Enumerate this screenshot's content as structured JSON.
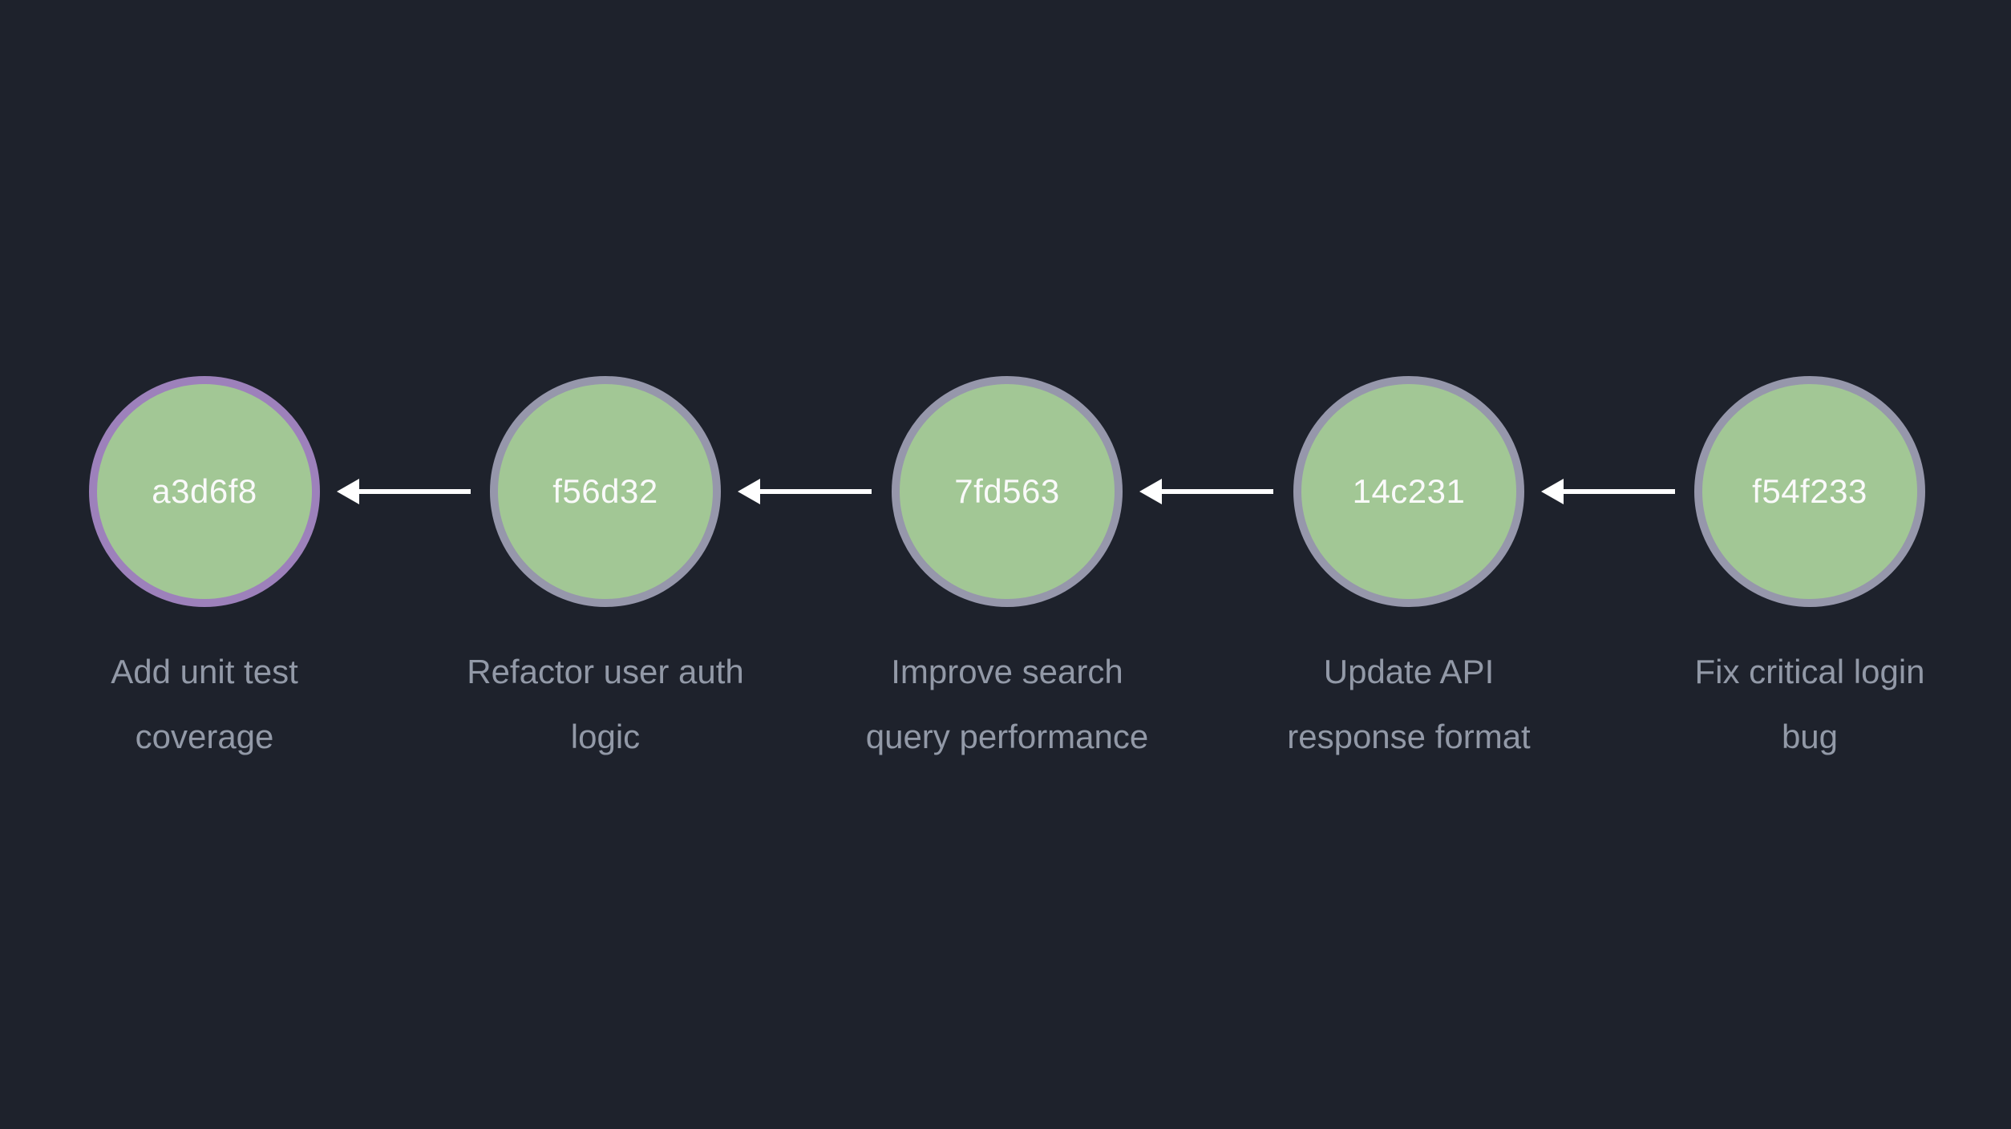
{
  "diagram": {
    "type": "git-commit-graph",
    "arrow_direction": "right-to-left"
  },
  "theme": {
    "bg": "#1e222c",
    "node-fill": "#a2c795",
    "node-border": "#9697ab",
    "head-border": "#9d81bb",
    "hash-text": "#fafafa",
    "label-text": "#9299a7",
    "arrow": "#ffffff"
  },
  "commits": [
    {
      "hash": "a3d6f8",
      "message": "Add unit test coverage",
      "line1": "Add unit test",
      "line2": "coverage",
      "highlighted": true
    },
    {
      "hash": "f56d32",
      "message": "Refactor user auth logic",
      "line1": "Refactor user auth",
      "line2": "logic",
      "highlighted": false
    },
    {
      "hash": "7fd563",
      "message": "Improve search query performance",
      "line1": "Improve search",
      "line2": "query performance",
      "highlighted": false
    },
    {
      "hash": "14c231",
      "message": "Update API response format",
      "line1": "Update API",
      "line2": "response format",
      "highlighted": false
    },
    {
      "hash": "f54f233",
      "message": "Fix critical login bug",
      "line1": "Fix critical login",
      "line2": "bug",
      "highlighted": false
    }
  ]
}
